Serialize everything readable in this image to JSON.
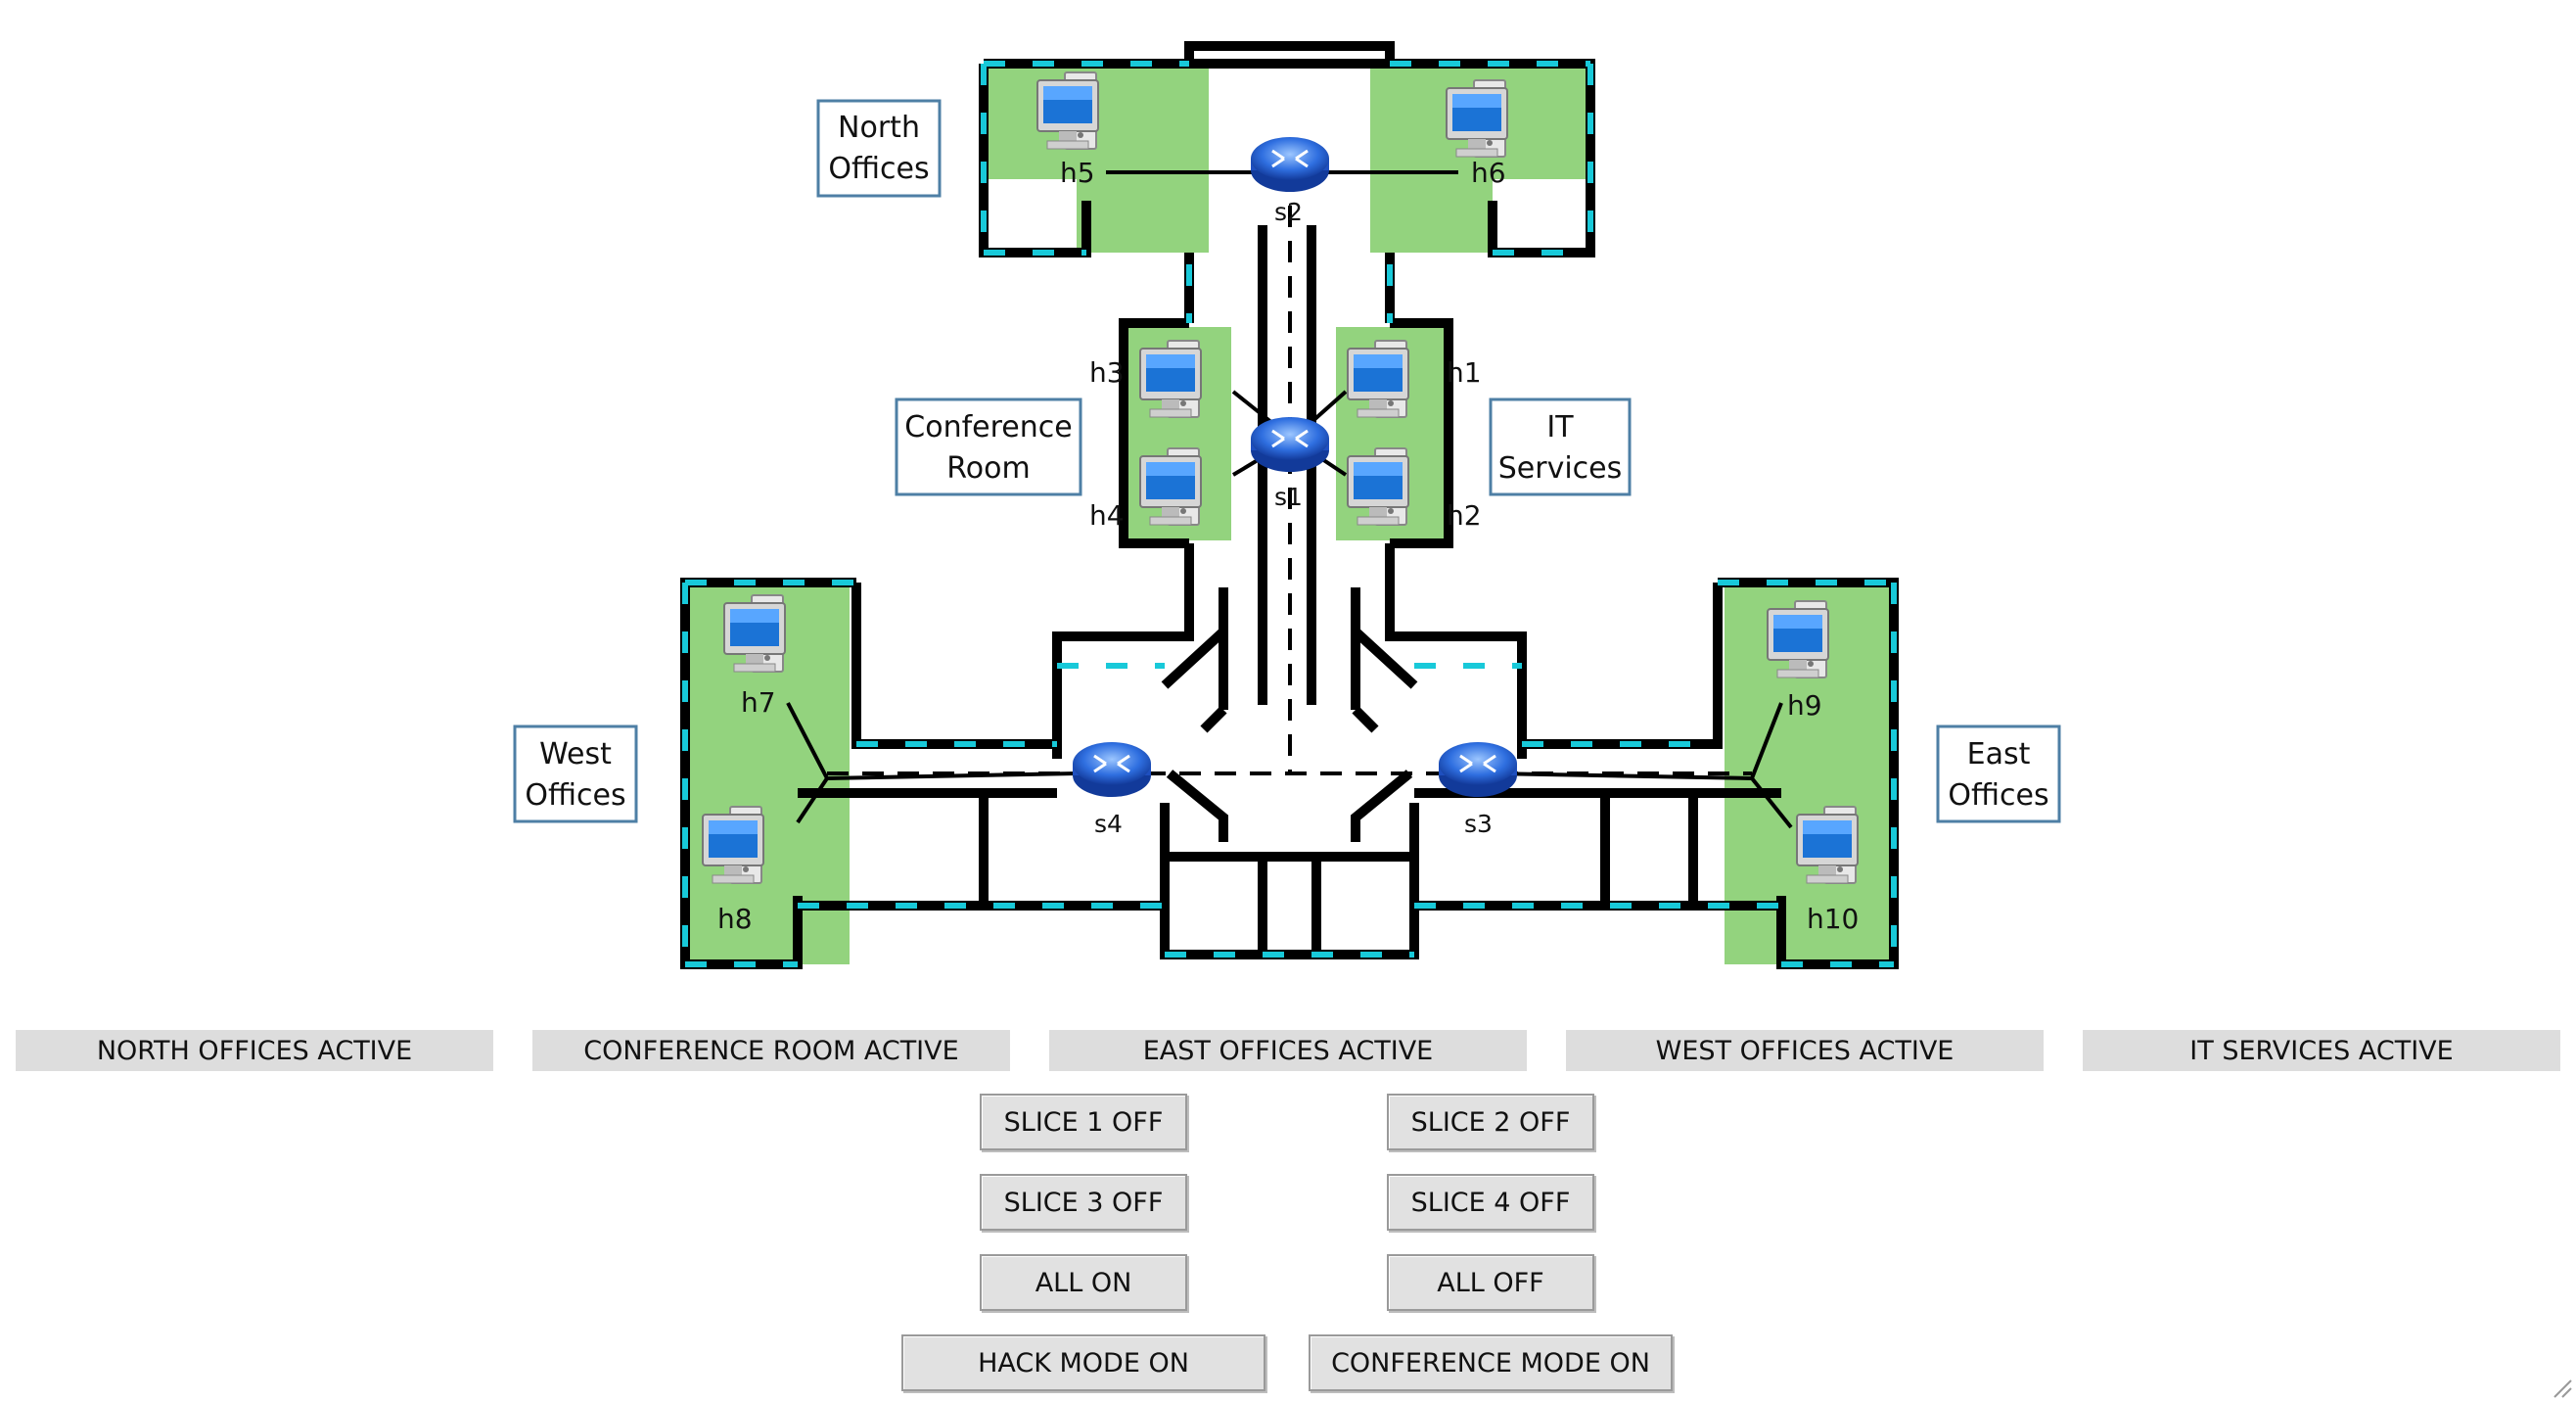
{
  "floorplan": {
    "area_labels": {
      "north": [
        "North",
        "Offices"
      ],
      "conference": [
        "Conference",
        "Room"
      ],
      "it": [
        "IT",
        "Services"
      ],
      "west": [
        "West",
        "Offices"
      ],
      "east": [
        "East",
        "Offices"
      ]
    },
    "hosts": [
      "h1",
      "h2",
      "h3",
      "h4",
      "h5",
      "h6",
      "h7",
      "h8",
      "h9",
      "h10"
    ],
    "switches": [
      "s1",
      "s2",
      "s3",
      "s4"
    ]
  },
  "status": [
    "NORTH OFFICES ACTIVE",
    "CONFERENCE ROOM ACTIVE",
    "EAST OFFICES ACTIVE",
    "WEST OFFICES ACTIVE",
    "IT SERVICES ACTIVE"
  ],
  "controls": {
    "slice1": "SLICE 1 OFF",
    "slice2": "SLICE 2 OFF",
    "slice3": "SLICE 3 OFF",
    "slice4": "SLICE 4 OFF",
    "all_on": "ALL ON",
    "all_off": "ALL OFF",
    "hack_mode": "HACK MODE ON",
    "conference_mode": "CONFERENCE MODE ON"
  },
  "colors": {
    "room_green": "#93d37e",
    "window_cyan": "#18c9d9",
    "wall": "#000000",
    "label_border": "#4e7fa5"
  }
}
